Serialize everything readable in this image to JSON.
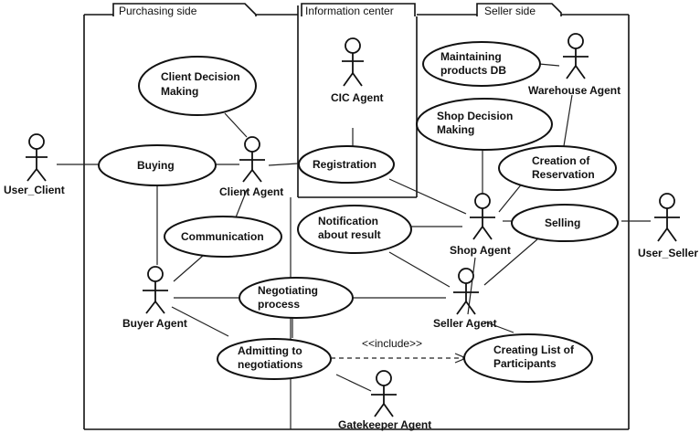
{
  "packages": {
    "purchasing": "Purchasing side",
    "info": "Information center",
    "seller": "Seller side"
  },
  "actors": {
    "user_client": "User_Client",
    "client_agent": "Client Agent",
    "buyer_agent": "Buyer Agent",
    "cic_agent": "CIC Agent",
    "warehouse_agent": "Warehouse Agent",
    "shop_agent": "Shop Agent",
    "seller_agent": "Seller Agent",
    "user_seller": "User_Seller",
    "gatekeeper_agent": "Gatekeeper Agent"
  },
  "usecases": {
    "client_decision_1": "Client  Decision",
    "client_decision_2": "Making",
    "buying": "Buying",
    "communication": "Communication",
    "negotiating_1": "Negotiating",
    "negotiating_2": "process",
    "admitting_1": "Admitting to",
    "admitting_2": "negotiations",
    "registration": "Registration",
    "notification_1": "Notification",
    "notification_2": "about result",
    "maintaining_1": "Maintaining",
    "maintaining_2": "products DB",
    "shop_decision_1": "Shop Decision",
    "shop_decision_2": "Making",
    "creation_1": "Creation of",
    "creation_2": "Reservation",
    "selling": "Selling",
    "creating_list_1": "Creating List of",
    "creating_list_2": "Participants"
  },
  "relations": {
    "include": "<<include>>"
  }
}
